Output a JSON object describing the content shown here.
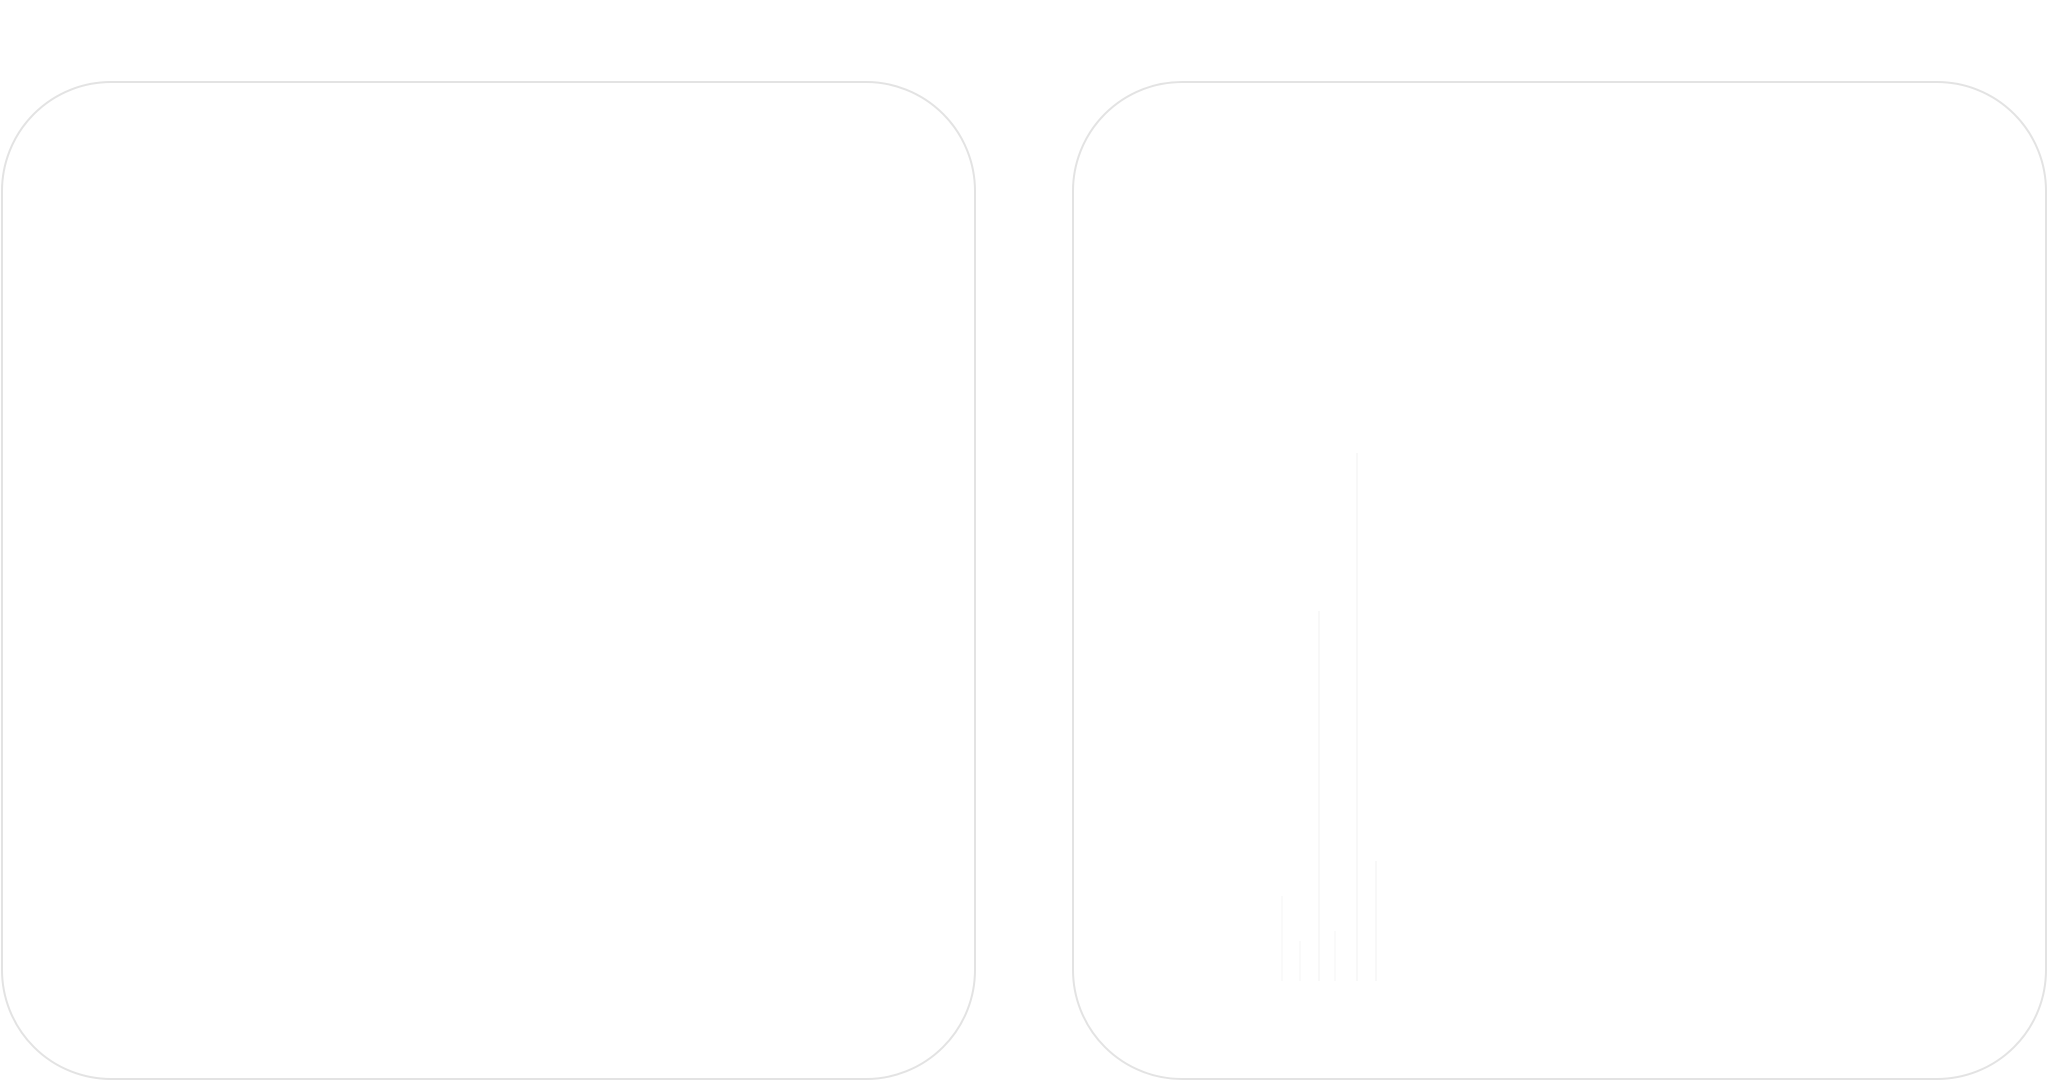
{
  "layout": {
    "panels": [
      {
        "id": "left",
        "type": "empty-rounded-card"
      },
      {
        "id": "right",
        "type": "empty-rounded-card-with-faint-vertical-artifacts"
      }
    ]
  },
  "colors": {
    "background": "#ffffff",
    "panel_border": "#e3e3e3",
    "faint_artifact": "#e9e9e9"
  }
}
